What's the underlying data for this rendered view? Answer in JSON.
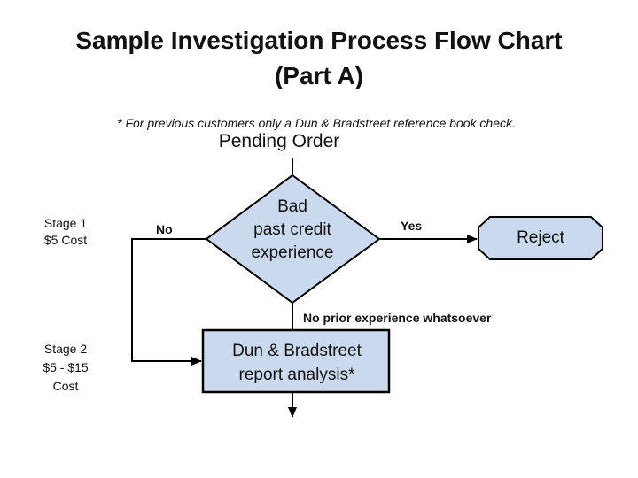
{
  "title": "Sample Investigation Process Flow Chart\n(Part A)",
  "note": "* For previous customers only a Dun & Bradstreet reference book check.",
  "flow": {
    "start_label": "Pending Order",
    "decision": {
      "label": "Bad\npast credit\nexperience"
    },
    "no_label": "No",
    "yes_label": "Yes",
    "reject_label": "Reject",
    "no_prior_label": "No prior experience whatsoever",
    "process": {
      "label": "Dun & Bradstreet\nreport analysis*"
    }
  },
  "stages": [
    {
      "label": "Stage 1\n$5 Cost"
    },
    {
      "label": "Stage 2\n$5 - $15\nCost"
    }
  ],
  "colors": {
    "shape_fill": "#cbd9ee",
    "shape_border": "#000000",
    "text": "#111111"
  }
}
